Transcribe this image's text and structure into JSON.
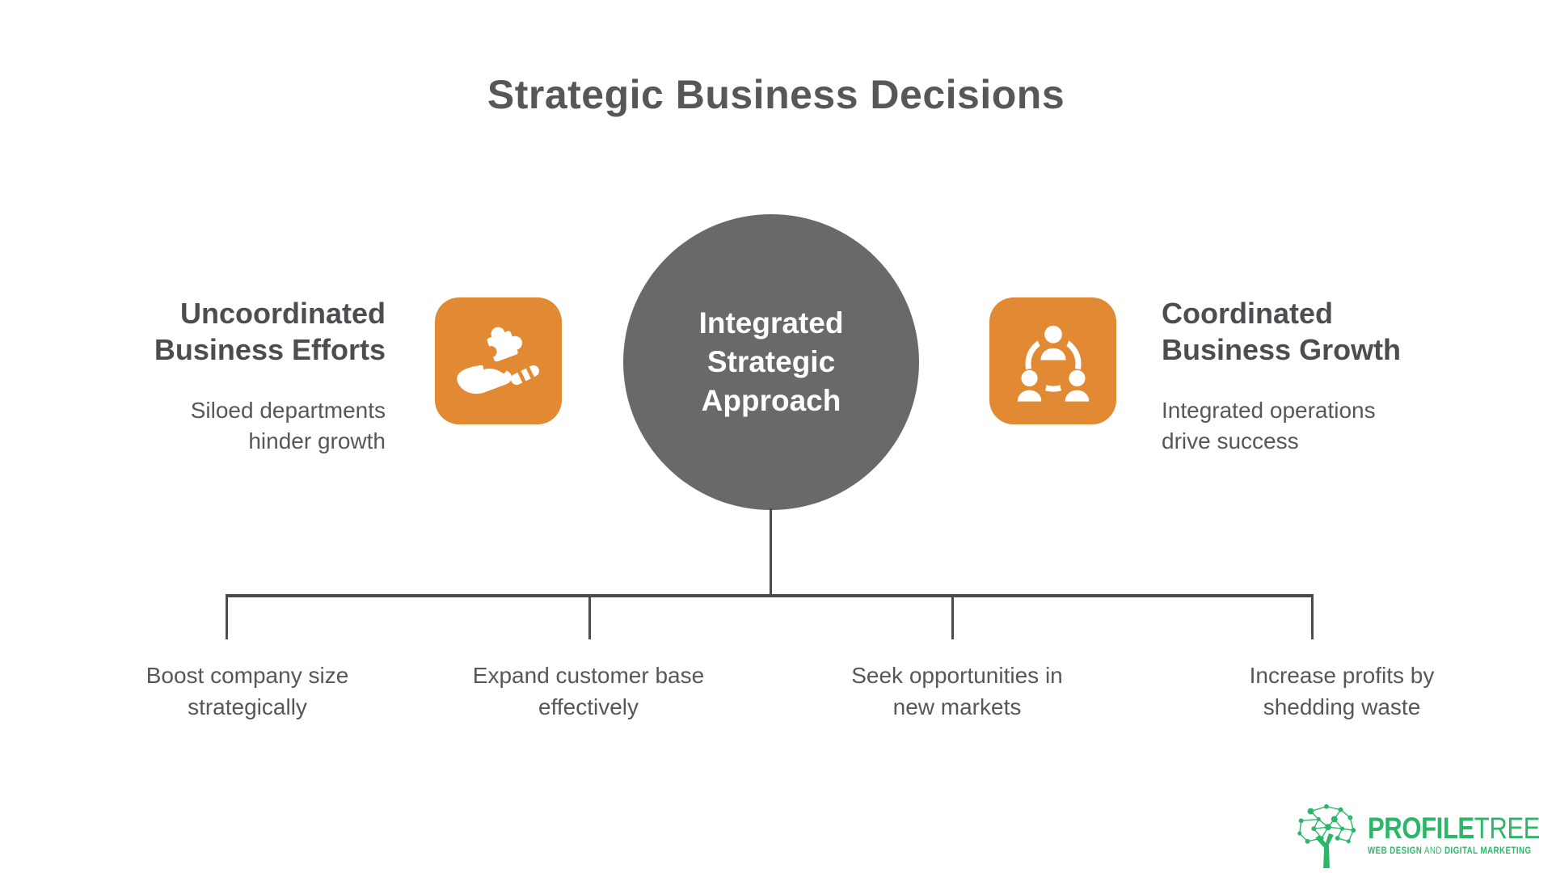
{
  "title": "Strategic Business Decisions",
  "center": {
    "label_lines": [
      "Integrated",
      "Strategic",
      "Approach"
    ]
  },
  "left_panel": {
    "heading_lines": [
      "Uncoordinated",
      "Business Efforts"
    ],
    "subtext_lines": [
      "Siloed departments",
      "hinder growth"
    ],
    "icon": "hand-holding-puzzle-icon"
  },
  "right_panel": {
    "heading_lines": [
      "Coordinated",
      "Business Growth"
    ],
    "subtext_lines": [
      "Integrated operations",
      "drive success"
    ],
    "icon": "team-network-icon"
  },
  "branches": {
    "items": [
      {
        "label_lines": [
          "Boost company size",
          "strategically"
        ]
      },
      {
        "label_lines": [
          "Expand customer base",
          "effectively"
        ]
      },
      {
        "label_lines": [
          "Seek opportunities in",
          "new markets"
        ]
      },
      {
        "label_lines": [
          "Increase profits by",
          "shedding waste"
        ]
      }
    ]
  },
  "logo": {
    "name_bold": "PROFILE",
    "name_light": "TREE",
    "tagline_strong_1": "WEB DESIGN",
    "tagline_mid": " AND ",
    "tagline_strong_2": "DIGITAL MARKETING",
    "icon": "network-tree-icon"
  },
  "colors": {
    "accent_orange": "#E18A33",
    "node_gray": "#696969",
    "brand_green": "#2BB66A",
    "text_dark": "#55575A",
    "line_gray": "#4B4B4D"
  }
}
